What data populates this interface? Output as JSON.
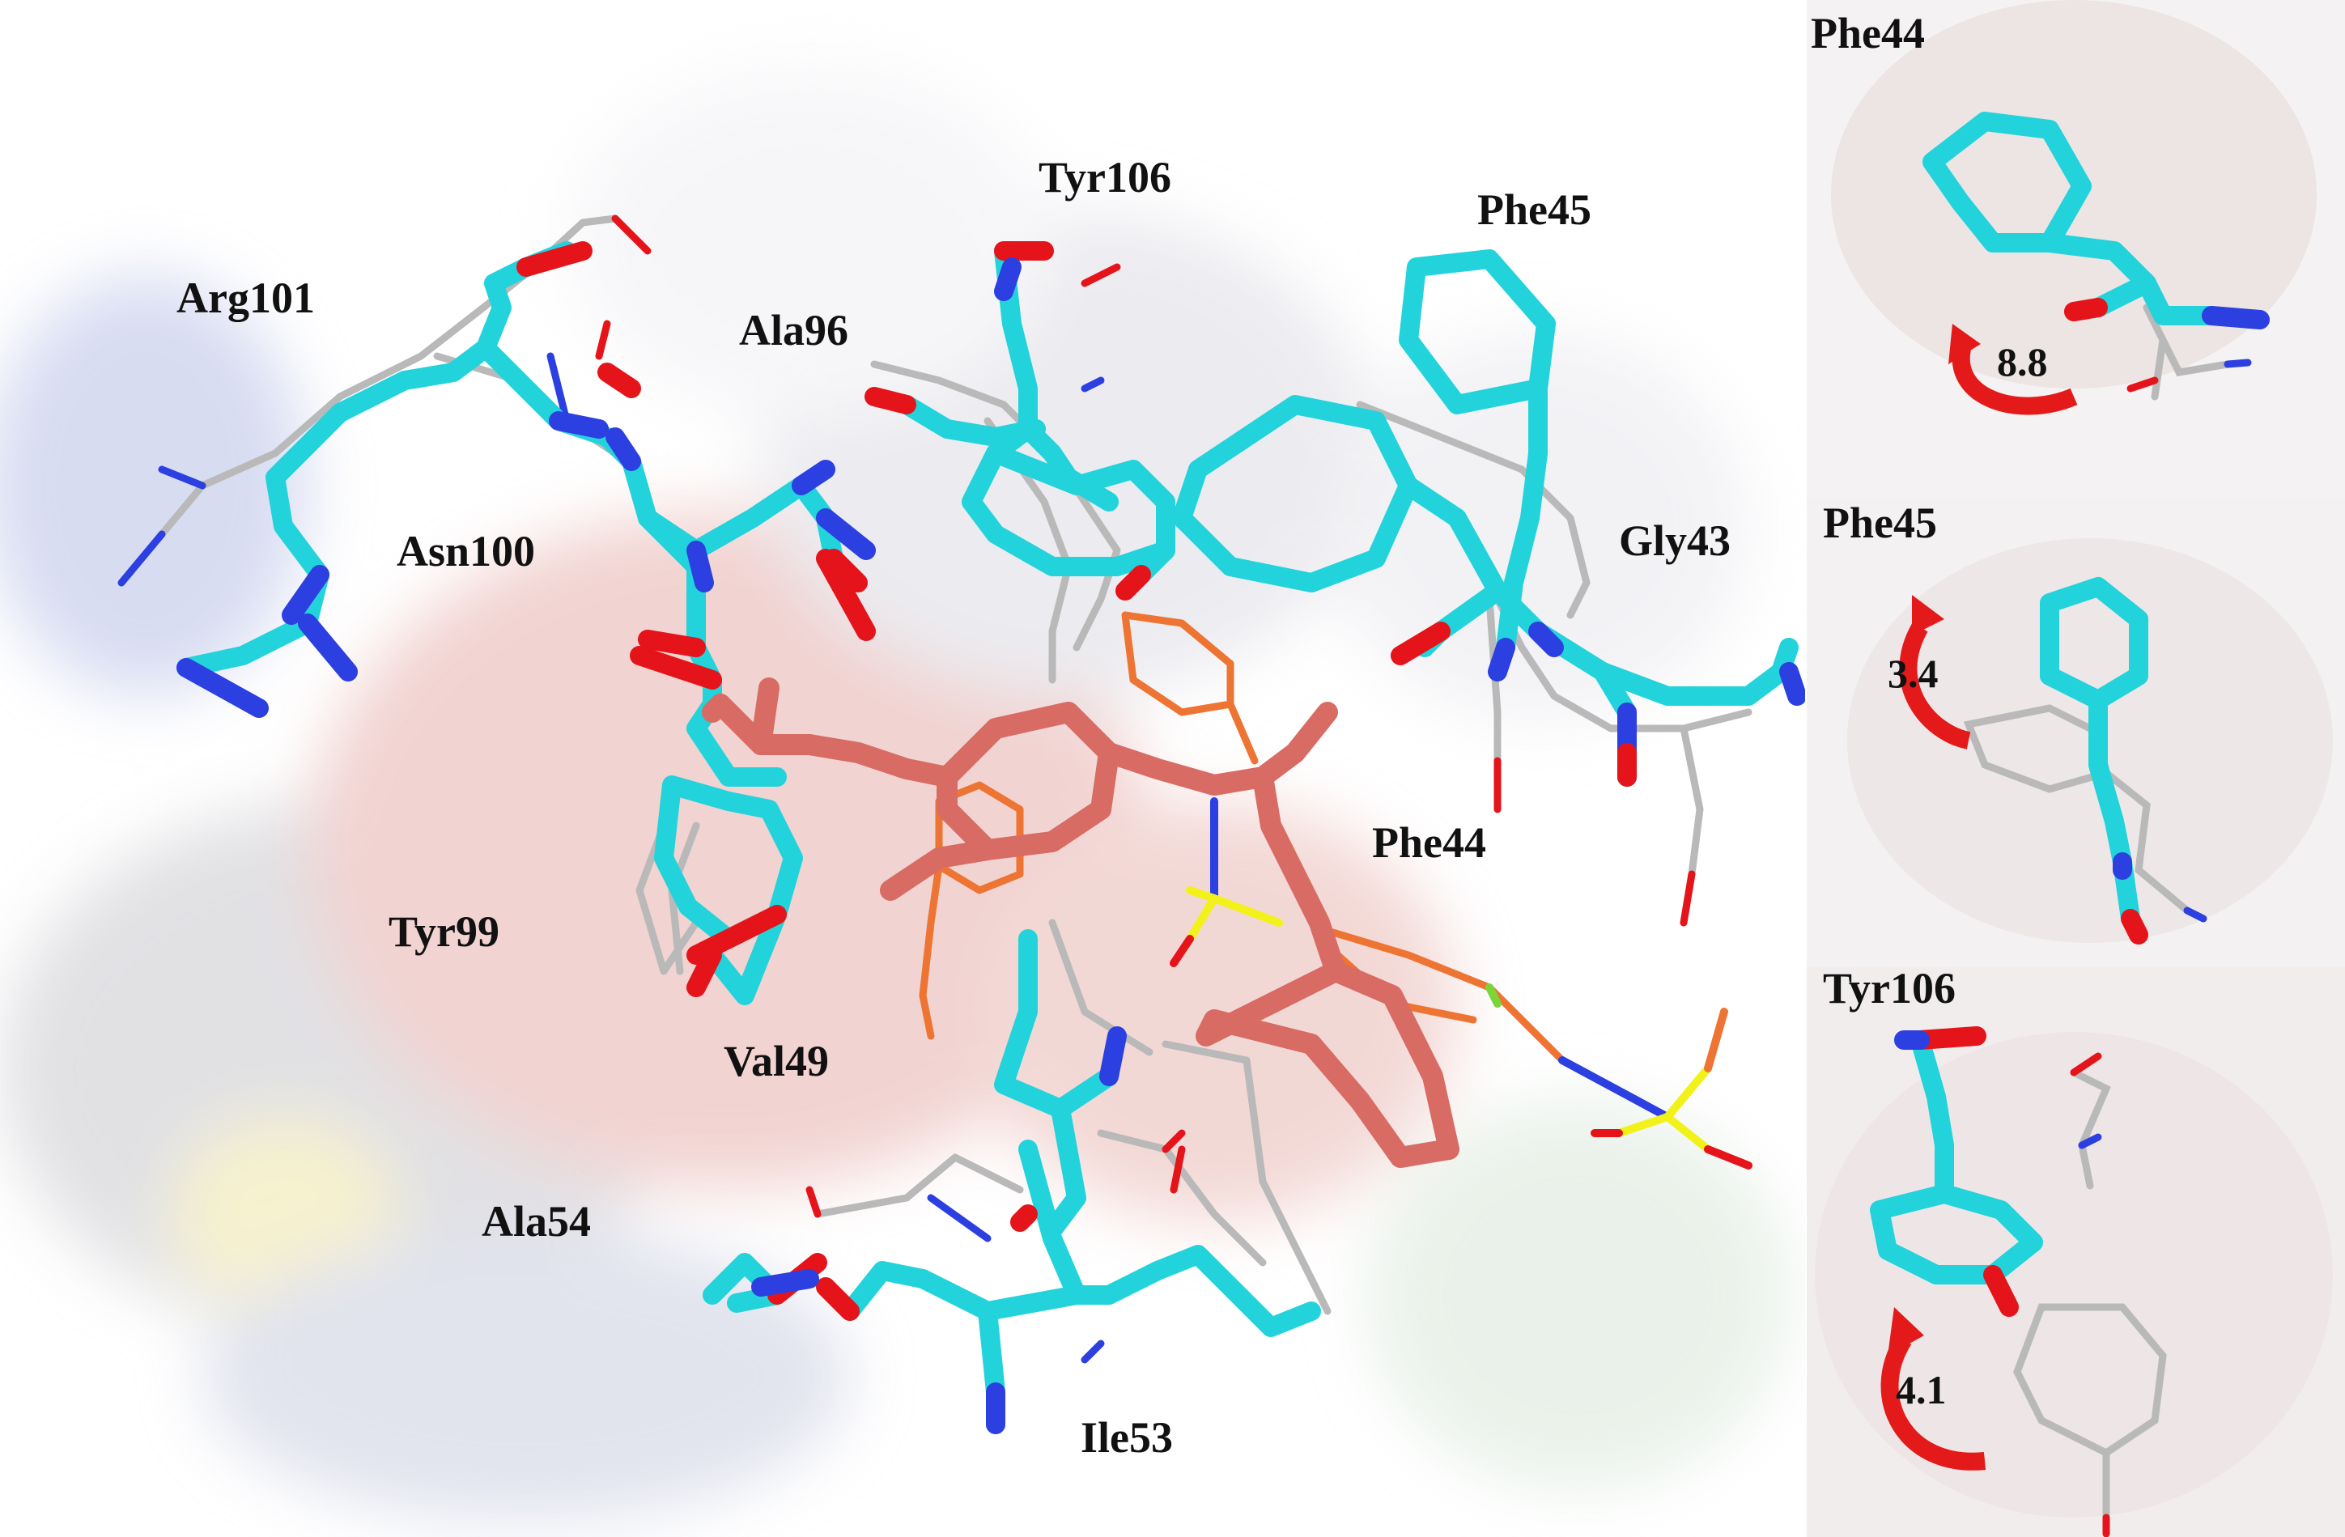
{
  "colors": {
    "carbon_selected": "#22d3db",
    "oxygen": "#e4141a",
    "nitrogen": "#2c3fe0",
    "sulfur": "#f2f21a",
    "ligand_docked": "#d96b65",
    "ligand_reference": "#ee7433",
    "reference_residue": "#b9b9b9",
    "rotation_arrow": "#e41a1a",
    "surface_red": "#e8a6a2",
    "surface_blue": "#a9b6e4",
    "surface_gray": "#ececec"
  },
  "main_panel": {
    "labels": {
      "arg101": "Arg101",
      "tyr106": "Tyr106",
      "phe45": "Phe45",
      "ala96": "Ala96",
      "asn100": "Asn100",
      "gly43": "Gly43",
      "phe44": "Phe44",
      "tyr99": "Tyr99",
      "val49": "Val49",
      "ala54": "Ala54",
      "ile53": "Ile53"
    }
  },
  "insets": [
    {
      "residue": "Phe44",
      "rotation": "8.8"
    },
    {
      "residue": "Phe45",
      "rotation": "3.4"
    },
    {
      "residue": "Tyr106",
      "rotation": "4.1"
    }
  ]
}
